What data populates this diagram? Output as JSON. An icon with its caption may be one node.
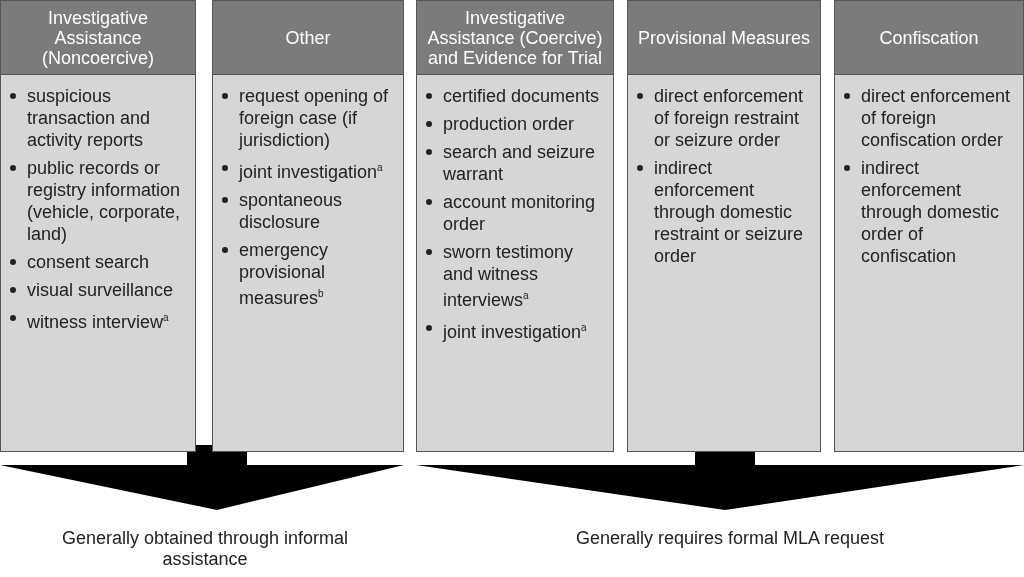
{
  "diagram": {
    "nodes": [
      {
        "text": [
          "Investigative Assistance (Noncoercive)",
          "suspicious transaction and activity reports",
          "public records or registry information (vehicle, corporate, land)",
          "consent search",
          "visual surveillance",
          "witness interview$^{a}$"
        ]
      },
      {
        "text": [
          "Other",
          "request opening of foreign case (if jurisdiction)",
          "joint investigation$^{a}$",
          "spontaneous disclosure",
          "emergency provisional measures$^{b}$"
        ]
      },
      {
        "text": [
          "Investigative Assistance (Coercive) and Evidence for Trial",
          "certified documents",
          "production order",
          "search and seizure warrant",
          "account monitoring order",
          "sworn testimony and witness interviews$^{a}$",
          "joint investigation$^{a}$"
        ]
      },
      {
        "text": [
          "Provisional Measures",
          "direct enforcement of foreign restraint or seizure order",
          "indirect enforcement through domestic restraint or seizure order"
        ]
      },
      {
        "text": [
          "Confiscation",
          "direct enforcement of foreign confiscation order",
          "indirect enforcement through domestic order of confiscation"
        ]
      },
      {
        "text": [
          "Generally obtained through informal assistance"
        ]
      },
      {
        "text": [
          "Generally requires formal MLA request"
        ]
      }
    ],
    "edges": [
      {
        "from": 0,
        "to": 5,
        "arrow": "to"
      },
      {
        "from": 1,
        "to": 5,
        "arrow": "to"
      },
      {
        "from": 2,
        "to": 6,
        "arrow": "to"
      },
      {
        "from": 3,
        "to": 6,
        "arrow": "to"
      },
      {
        "from": 4,
        "to": 6,
        "arrow": "to"
      }
    ]
  }
}
